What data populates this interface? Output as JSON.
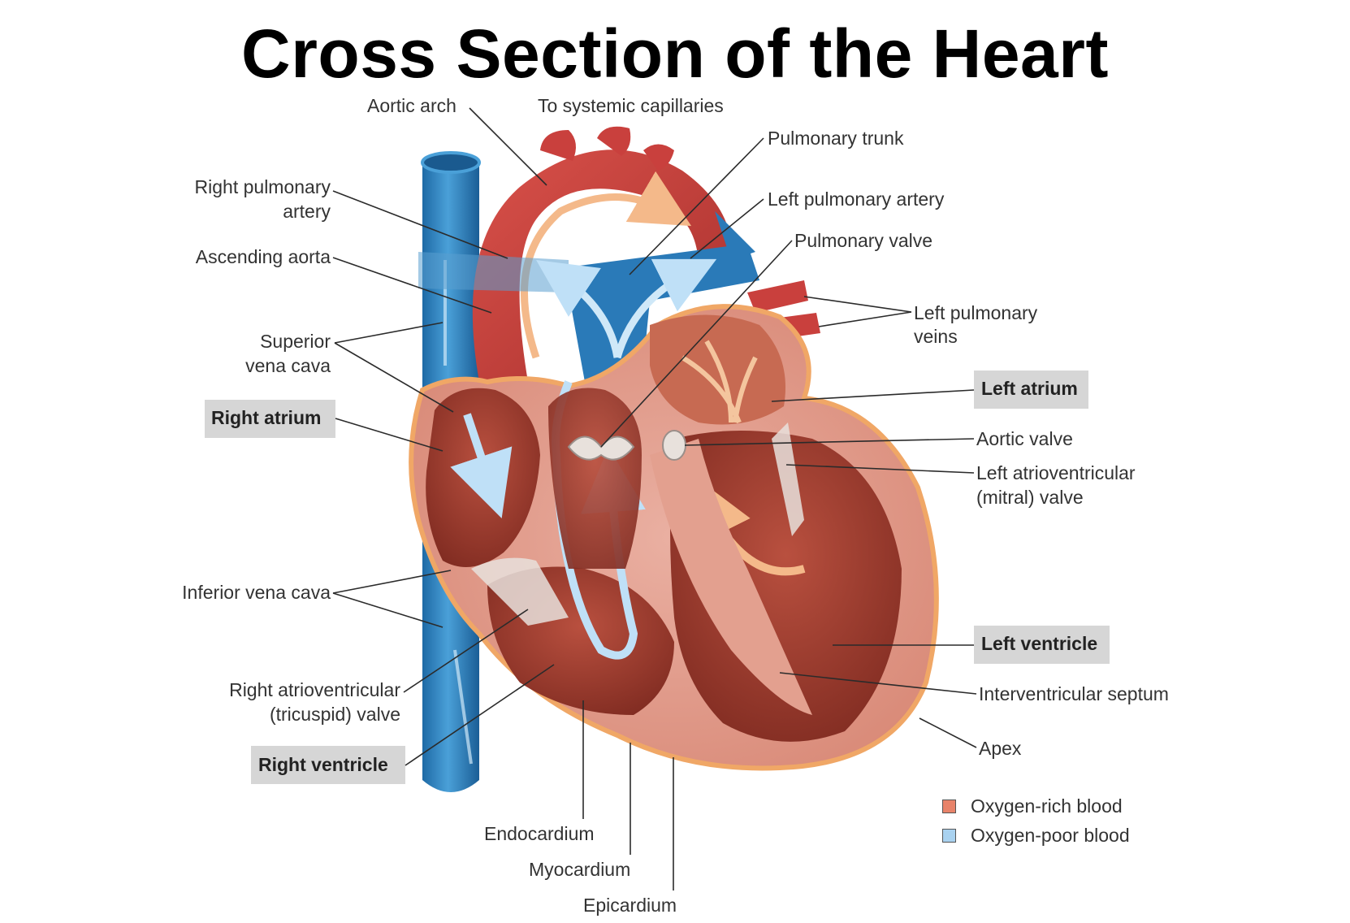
{
  "title": "Cross Section of the Heart",
  "labels": {
    "aortic_arch": "Aortic arch",
    "to_systemic_capillaries": "To systemic capillaries",
    "pulmonary_trunk": "Pulmonary trunk",
    "right_pulmonary_artery_1": "Right pulmonary",
    "right_pulmonary_artery_2": "artery",
    "left_pulmonary_artery": "Left pulmonary artery",
    "pulmonary_valve": "Pulmonary valve",
    "ascending_aorta": "Ascending aorta",
    "left_pulmonary_veins_1": "Left pulmonary",
    "left_pulmonary_veins_2": "veins",
    "superior_vena_cava_1": "Superior",
    "superior_vena_cava_2": "vena cava",
    "left_atrium": "Left atrium",
    "right_atrium": "Right atrium",
    "aortic_valve": "Aortic valve",
    "left_av_valve_1": "Left atrioventricular",
    "left_av_valve_2": "(mitral) valve",
    "inferior_vena_cava": "Inferior vena cava",
    "left_ventricle": "Left ventricle",
    "right_av_valve_1": "Right atrioventricular",
    "right_av_valve_2": "(tricuspid) valve",
    "interventricular_septum": "Interventricular septum",
    "apex": "Apex",
    "right_ventricle": "Right ventricle",
    "endocardium": "Endocardium",
    "myocardium": "Myocardium",
    "epicardium": "Epicardium"
  },
  "legend": [
    {
      "label": "Oxygen-rich blood",
      "color": "#e8836a"
    },
    {
      "label": "Oxygen-poor blood",
      "color": "#a9d2f0"
    }
  ],
  "colors": {
    "oxygen_rich": "#c9403d",
    "oxygen_poor": "#2a7ab8",
    "muscle": "#e29b8a",
    "chamber": "#9e3a2c"
  }
}
